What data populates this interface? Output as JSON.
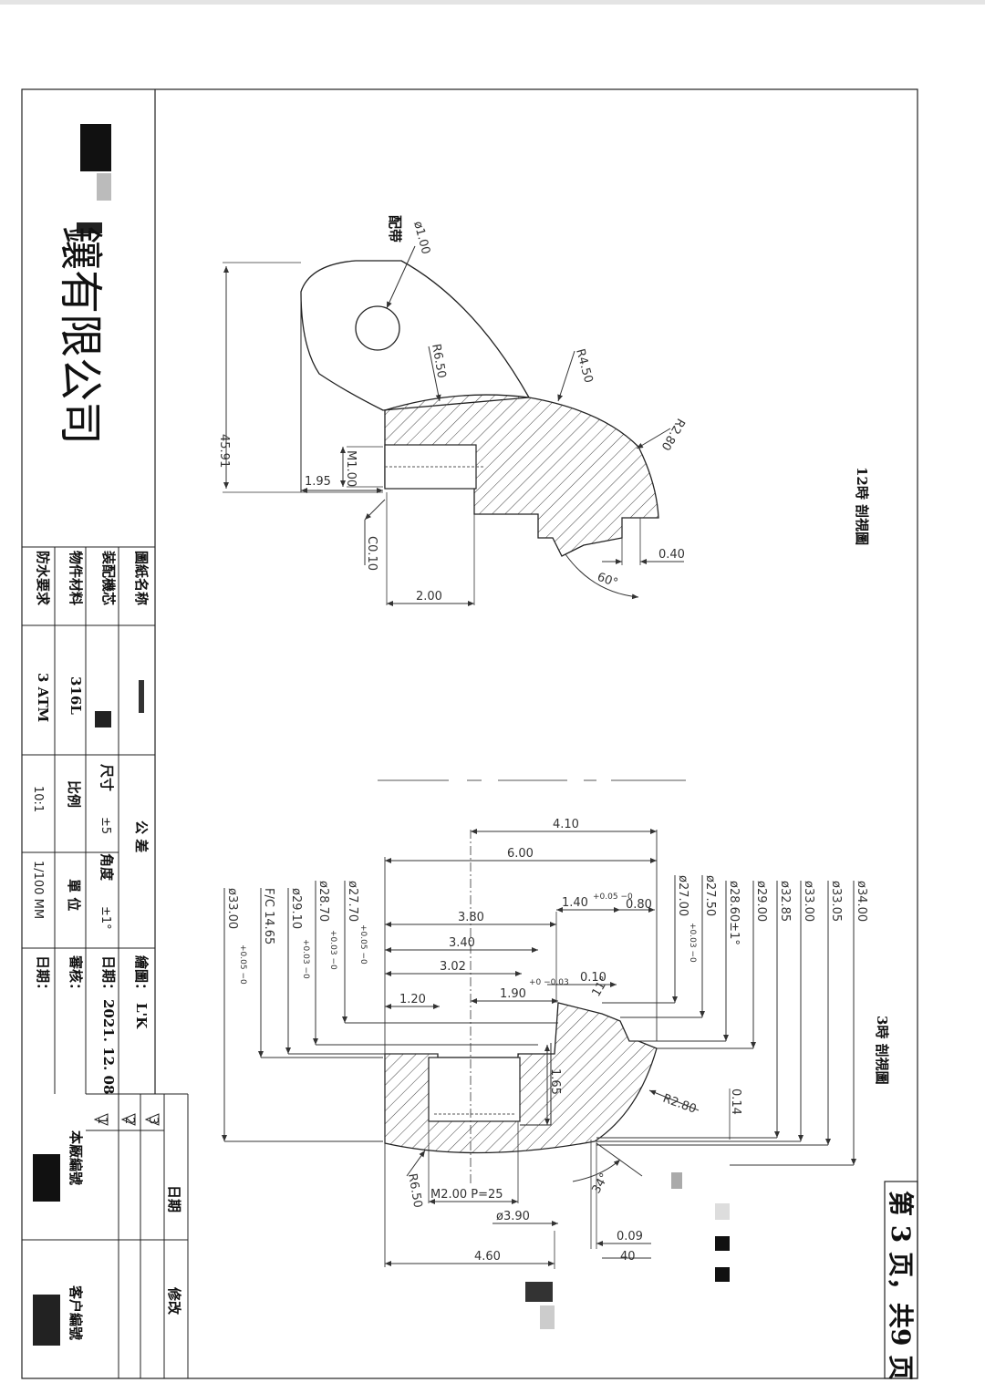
{
  "title_block": {
    "company": "鑲有限公司",
    "fields": [
      {
        "label": "圖紙名称",
        "value": ""
      },
      {
        "label": "装配機芯",
        "value": ""
      },
      {
        "label": "物件材料",
        "value": "316L"
      },
      {
        "label": "防水要求",
        "value": "3 ATM"
      }
    ],
    "tolerance_title": "公 差",
    "dimension_tol_label": "尺寸",
    "dimension_tol_value": "±5",
    "angle_tol_label": "角度",
    "angle_tol_value": "±1°",
    "scale_label": "比例",
    "scale_value": "10:1",
    "unit_label": "單 位",
    "unit_value": "1/100 MM",
    "drawn_label": "繪圖：",
    "drawn_value": "L'K",
    "date_label": "日期：",
    "date_value": "2021. 12. 08",
    "review_label": "審核：",
    "review_date_label": "日期：",
    "factory_no_label": "本厰編號",
    "customer_no_label": "客户編號",
    "revision_date_header": "日期",
    "revision_change_header": "修改",
    "revision_marks": [
      "1",
      "2",
      "3"
    ]
  },
  "views": [
    {
      "name": "12時 剖視圖"
    },
    {
      "name": "3時 剖視圖"
    }
  ],
  "page_indicator": "第 3 页，共9 页",
  "view1_dims": {
    "band": "配带",
    "hole": "ø1.00",
    "r650": "R6.50",
    "r450": "R4.50",
    "r280": "R2.80",
    "h4591": "45.91",
    "w195": "1.95",
    "m100": "M1.00",
    "c010": "C0.10",
    "w200": "2.00",
    "w040": "0.40",
    "a60": "60°"
  },
  "view2_dims": {
    "d410": "4.10",
    "d600": "6.00",
    "d380": "3.80",
    "d340": "3.40",
    "d302": "3.02",
    "d120": "1.20",
    "d190": "1.90",
    "tol190": "+0 −0.03",
    "d140": "1.40",
    "tol140": "+0.05 −0",
    "d080": "0.80",
    "d010": "0.10",
    "a11": "11°",
    "d165": "1.65",
    "r280": "R2.80",
    "d014": "0.14",
    "r650": "R6.50",
    "m200": "M2.00 P=25",
    "d390": "ø3.90",
    "d460": "4.60",
    "d009": "0.09",
    "d040": "40",
    "a34": "34°",
    "ld3300": "ø33.00",
    "ld3300tol": "+0.05 −0",
    "fc": "F/C 14.65",
    "ld2910": "ø29.10",
    "ld2910tol": "+0.03 −0",
    "ld2870": "ø28.70",
    "ld2870tol": "+0.03 −0",
    "ld2770": "ø27.70",
    "ld2770tol": "+0.05 −0",
    "rd2700": "ø27.00",
    "rd2700tol": "+0.03 −0",
    "rd2750": "ø27.50",
    "rd2860": "ø28.60±1°",
    "rd2900": "ø29.00",
    "rd3285": "ø32.85",
    "rd3300": "ø33.00",
    "rd3305": "ø33.05",
    "rd3400": "ø34.00"
  }
}
